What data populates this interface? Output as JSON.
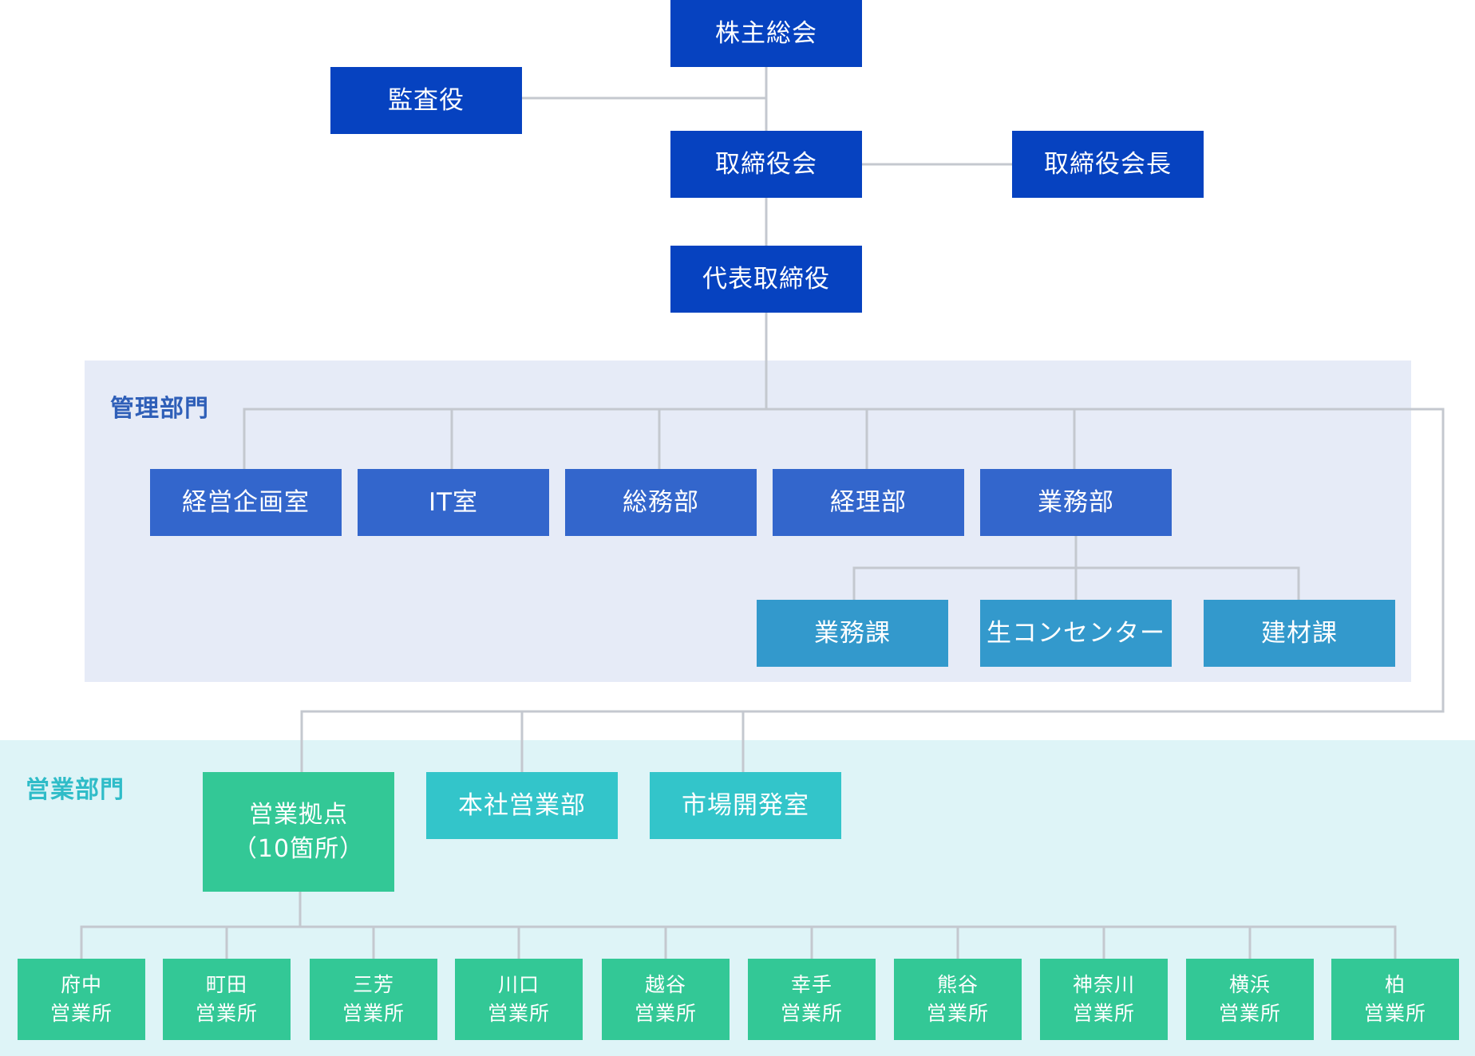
{
  "colors": {
    "executive": "#0642c0",
    "admin_dept": "#3366cc",
    "admin_sub": "#3399cc",
    "sales_green": "#33c896",
    "sales_teal": "#33c5ca",
    "admin_band": "#e6ebf7",
    "sales_band": "#def4f7",
    "admin_label": "#2f5fb8",
    "sales_label": "#2fbcc8",
    "line": "#c4c8cf"
  },
  "bands": {
    "admin_label": "管理部門",
    "sales_label": "営業部門"
  },
  "executive": {
    "shareholders": "株主総会",
    "auditor": "監査役",
    "board": "取締役会",
    "chairman": "取締役会長",
    "ceo": "代表取締役"
  },
  "admin_departments": [
    "経営企画室",
    "IT室",
    "総務部",
    "経理部",
    "業務部"
  ],
  "business_sections": [
    "業務課",
    "生コンセンター",
    "建材課"
  ],
  "sales_units": {
    "bases_line1": "営業拠点",
    "bases_line2": "（10箇所）",
    "head_office": "本社営業部",
    "market_dev": "市場開発室"
  },
  "offices": [
    {
      "name": "府中",
      "suffix": "営業所"
    },
    {
      "name": "町田",
      "suffix": "営業所"
    },
    {
      "name": "三芳",
      "suffix": "営業所"
    },
    {
      "name": "川口",
      "suffix": "営業所"
    },
    {
      "name": "越谷",
      "suffix": "営業所"
    },
    {
      "name": "幸手",
      "suffix": "営業所"
    },
    {
      "name": "熊谷",
      "suffix": "営業所"
    },
    {
      "name": "神奈川",
      "suffix": "営業所"
    },
    {
      "name": "横浜",
      "suffix": "営業所"
    },
    {
      "name": "柏",
      "suffix": "営業所"
    }
  ]
}
